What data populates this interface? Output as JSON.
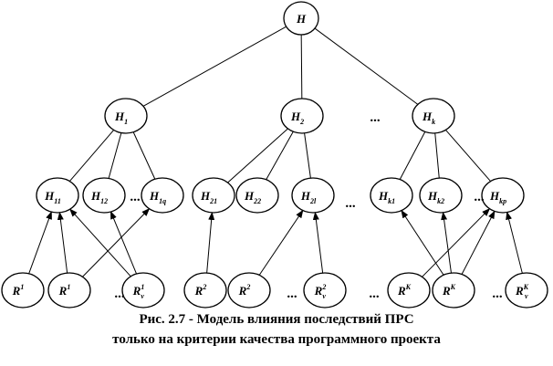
{
  "diagram": {
    "nodes": [
      {
        "id": "H",
        "base": "H",
        "sub": "",
        "sup": ""
      },
      {
        "id": "H1",
        "base": "H",
        "sub": "1",
        "sup": ""
      },
      {
        "id": "H2",
        "base": "H",
        "sub": "2",
        "sup": ""
      },
      {
        "id": "Hk",
        "base": "H",
        "sub": "k",
        "sup": ""
      },
      {
        "id": "H11",
        "base": "H",
        "sub": "11",
        "sup": ""
      },
      {
        "id": "H12",
        "base": "H",
        "sub": "12",
        "sup": ""
      },
      {
        "id": "H1q",
        "base": "H",
        "sub": "1q",
        "sup": ""
      },
      {
        "id": "H21",
        "base": "H",
        "sub": "21",
        "sup": ""
      },
      {
        "id": "H22",
        "base": "H",
        "sub": "22",
        "sup": ""
      },
      {
        "id": "H2l",
        "base": "H",
        "sub": "2l",
        "sup": ""
      },
      {
        "id": "Hk1",
        "base": "H",
        "sub": "k1",
        "sup": ""
      },
      {
        "id": "Hk2",
        "base": "H",
        "sub": "k2",
        "sup": ""
      },
      {
        "id": "Hkp",
        "base": "H",
        "sub": "kp",
        "sup": ""
      },
      {
        "id": "R1a",
        "base": "R",
        "sub": "",
        "sup": "1"
      },
      {
        "id": "R1b",
        "base": "R",
        "sub": "",
        "sup": "1"
      },
      {
        "id": "R1v",
        "base": "R",
        "sub": "v",
        "sup": "1"
      },
      {
        "id": "R2a",
        "base": "R",
        "sub": "",
        "sup": "2"
      },
      {
        "id": "R2b",
        "base": "R",
        "sub": "",
        "sup": "2"
      },
      {
        "id": "R2v",
        "base": "R",
        "sub": "v",
        "sup": "2"
      },
      {
        "id": "RKa",
        "base": "R",
        "sub": "",
        "sup": "K"
      },
      {
        "id": "RKb",
        "base": "R",
        "sub": "",
        "sup": "K"
      },
      {
        "id": "RKv",
        "base": "R",
        "sub": "v",
        "sup": "K"
      }
    ],
    "tree_edges": [
      [
        "H",
        "H1"
      ],
      [
        "H",
        "H2"
      ],
      [
        "H",
        "Hk"
      ],
      [
        "H1",
        "H11"
      ],
      [
        "H1",
        "H12"
      ],
      [
        "H1",
        "H1q"
      ],
      [
        "H2",
        "H21"
      ],
      [
        "H2",
        "H22"
      ],
      [
        "H2",
        "H2l"
      ],
      [
        "Hk",
        "Hk1"
      ],
      [
        "Hk",
        "Hk2"
      ],
      [
        "Hk",
        "Hkp"
      ]
    ],
    "influence_arrows": [
      [
        "R1a",
        "H11"
      ],
      [
        "R1b",
        "H11"
      ],
      [
        "R1b",
        "H1q"
      ],
      [
        "R1v",
        "H11"
      ],
      [
        "R1v",
        "H12"
      ],
      [
        "R2a",
        "H21"
      ],
      [
        "R2b",
        "H2l"
      ],
      [
        "R2v",
        "H2l"
      ],
      [
        "RKb",
        "Hk1"
      ],
      [
        "RKb",
        "Hk2"
      ],
      [
        "RKb",
        "Hkp"
      ],
      [
        "RKa",
        "Hkp"
      ],
      [
        "RKv",
        "Hkp"
      ]
    ],
    "ellipsis": "..."
  },
  "caption": {
    "line1": "Рис. 2.7 - Модель влияния последствий ПРС",
    "line2": "только на критерии качества программного проекта"
  },
  "colors": {
    "stroke": "#000000",
    "background": "#ffffff"
  }
}
